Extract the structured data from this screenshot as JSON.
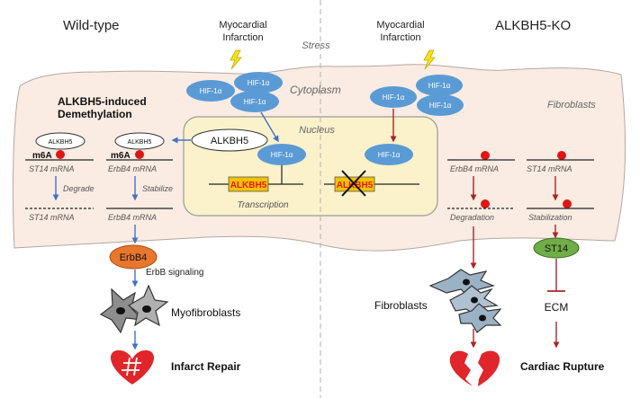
{
  "colors": {
    "cell_fill": "#faece2",
    "nucleus_fill": "#fbf2cc",
    "nucleus_stroke": "#9a9a9a",
    "hif_fill": "#5b9bd5",
    "blue_arrow": "#4472c4",
    "red_arrow": "#a8262a",
    "m6a_dot": "#e01515",
    "alkbh5_gene_box": "#f2c200",
    "alkbh5_gene_text": "#e31b1b",
    "erbb4_fill": "#e8772e",
    "st14_fill": "#70ad47",
    "heart_fill": "#e0262a",
    "divider": "#b0b0b0"
  },
  "headers": {
    "left": "Wild-type",
    "right": "ALKBH5-KO"
  },
  "stress": {
    "left_trigger": [
      "Myocardial",
      "Infarction"
    ],
    "right_trigger": [
      "Myocardial",
      "Infarction"
    ],
    "label": "Stress",
    "bolt_icon": "lightning-bolt"
  },
  "cell": {
    "cytoplasm_label": "Cytoplasm",
    "fibroblasts_label": "Fibroblasts",
    "demethylation_title": [
      "ALKBH5-induced",
      "Demethylation"
    ]
  },
  "hif": {
    "label": "HIF-1α"
  },
  "nucleus": {
    "label": "Nucleus",
    "alkbh5_protein": "ALKBH5",
    "gene_label": "ALKBH5",
    "transcription_label": "Transcription"
  },
  "left_path": {
    "alkbh5_small": "ALKBH5",
    "m6a": "m6A",
    "st14_mrna": "ST14 mRNA",
    "erbb4_mrna": "ErbB4 mRNA",
    "degrade": "Degrade",
    "stabilize": "Stabilize",
    "st14_mrna_after": "ST14 mRNA",
    "erbb4_mrna_after": "ErbB4 mRNA",
    "erbb4_protein": "ErbB4",
    "erbb_signaling": "ErbB signaling",
    "myofibroblasts": "Myofibroblasts",
    "outcome": "Infarct Repair"
  },
  "right_path": {
    "erbb4_mrna": "ErbB4 mRNA",
    "st14_mrna": "ST14 mRNA",
    "degradation": "Degradation",
    "stabilization": "Stabilization",
    "st14_protein": "ST14",
    "fibroblasts": "Fibroblasts",
    "ecm": "ECM",
    "outcome": "Cardiac Rupture"
  }
}
